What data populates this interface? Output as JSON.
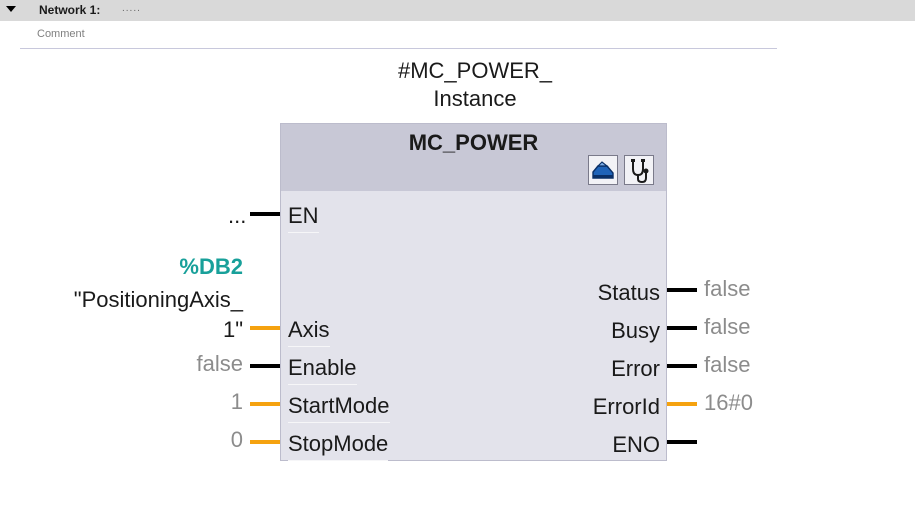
{
  "network": {
    "title": "Network 1:",
    "title_dots": ".....",
    "comment_label": "Comment"
  },
  "block": {
    "instance_line1": "#MC_POWER_",
    "instance_line2": "Instance",
    "type": "MC_POWER",
    "buttons": [
      {
        "name": "config-icon"
      },
      {
        "name": "diagnostics-icon"
      }
    ]
  },
  "inputs": {
    "en": {
      "label": "EN",
      "value": "..."
    },
    "axis": {
      "label": "Axis",
      "db": "%DB2",
      "tag_line1": "\"PositioningAxis_",
      "tag_line2": "1\""
    },
    "enable": {
      "label": "Enable",
      "value": "false"
    },
    "startmode": {
      "label": "StartMode",
      "value": "1"
    },
    "stopmode": {
      "label": "StopMode",
      "value": "0"
    }
  },
  "outputs": {
    "status": {
      "label": "Status",
      "value": "false"
    },
    "busy": {
      "label": "Busy",
      "value": "false"
    },
    "error": {
      "label": "Error",
      "value": "false"
    },
    "errorid": {
      "label": "ErrorId",
      "value": "16#0"
    },
    "eno": {
      "label": "ENO"
    }
  },
  "colors": {
    "bool_wire": "#000000",
    "data_wire": "#f5a20f",
    "db_number": "#18a09a",
    "block_fill": "#e3e3eb",
    "block_header": "#c8c8d6"
  }
}
